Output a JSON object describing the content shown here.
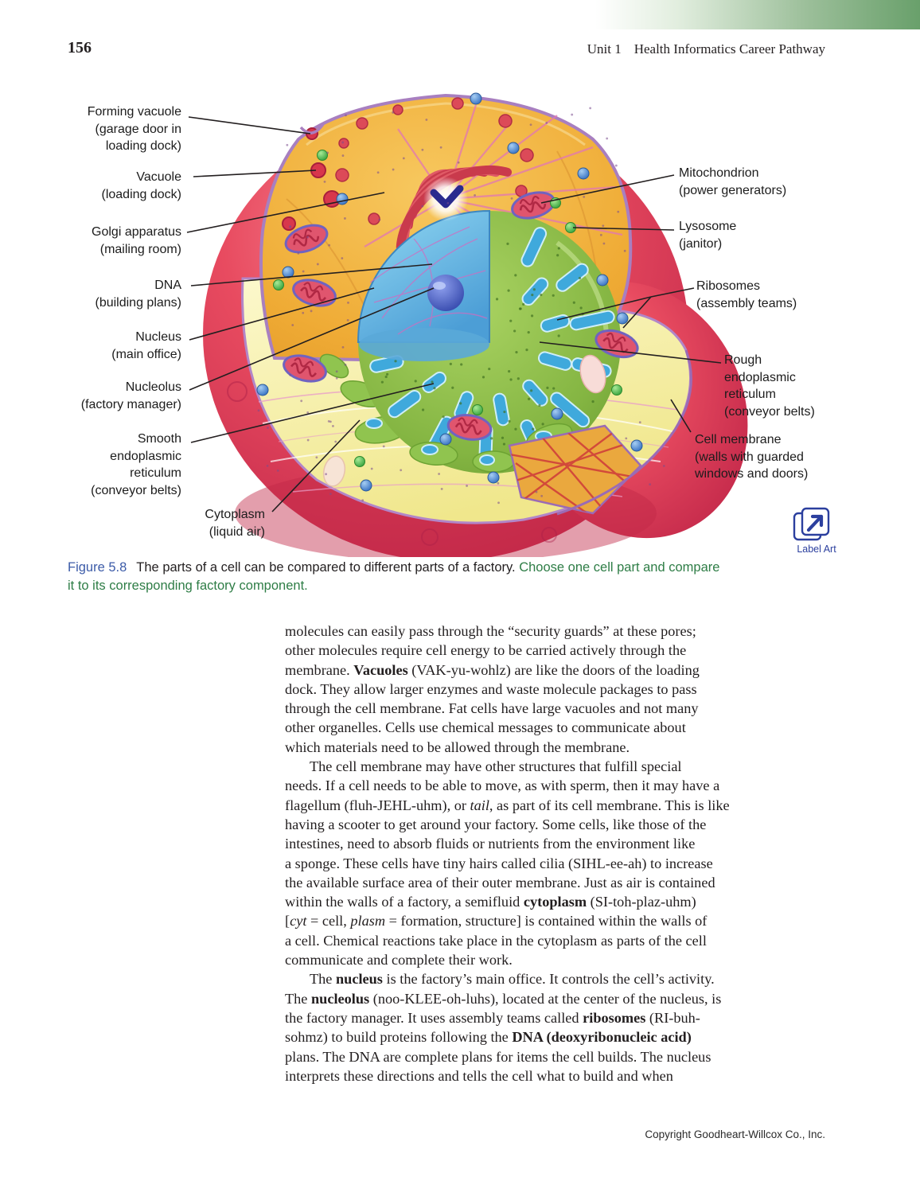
{
  "page": {
    "number": "156",
    "running_head_unit": "Unit 1",
    "running_head_title": "Health Informatics Career Pathway",
    "copyright": "Copyright Goodheart-Willcox Co., Inc."
  },
  "colors": {
    "header_green": "#69a06b",
    "caption_tag_blue": "#3c5ba8",
    "caption_activity_green": "#2e7d46",
    "label_art_blue": "#2b3f9e"
  },
  "figure": {
    "labels": [
      {
        "id": "forming-vacuole",
        "lines": [
          "Forming vacuole",
          "(garage door in",
          "loading dock)"
        ]
      },
      {
        "id": "vacuole",
        "lines": [
          "Vacuole",
          "(loading dock)"
        ]
      },
      {
        "id": "golgi",
        "lines": [
          "Golgi apparatus",
          "(mailing room)"
        ]
      },
      {
        "id": "dna",
        "lines": [
          "DNA",
          "(building plans)"
        ]
      },
      {
        "id": "nucleus",
        "lines": [
          "Nucleus",
          "(main office)"
        ]
      },
      {
        "id": "nucleolus",
        "lines": [
          "Nucleolus",
          "(factory manager)"
        ]
      },
      {
        "id": "smooth-er",
        "lines": [
          "Smooth",
          "endoplasmic",
          "reticulum",
          "(conveyor belts)"
        ]
      },
      {
        "id": "cytoplasm",
        "lines": [
          "Cytoplasm",
          "(liquid air)"
        ]
      },
      {
        "id": "mitochondrion",
        "lines": [
          "Mitochondrion",
          "(power generators)"
        ]
      },
      {
        "id": "lysosome",
        "lines": [
          "Lysosome",
          "(janitor)"
        ]
      },
      {
        "id": "ribosomes",
        "lines": [
          "Ribosomes",
          "(assembly teams)"
        ]
      },
      {
        "id": "rough-er",
        "lines": [
          "Rough",
          "endoplasmic",
          "reticulum",
          "(conveyor belts)"
        ]
      },
      {
        "id": "cell-membrane",
        "lines": [
          "Cell membrane",
          "(walls with guarded",
          "windows and doors)"
        ]
      }
    ],
    "label_art": "Label Art",
    "caption": {
      "tag": "Figure 5.8",
      "segments": [
        {
          "t": "The parts of a cell can be compared to different parts of a factory. ",
          "c": "plain"
        },
        {
          "t": "Choose one cell part and compare",
          "c": "act"
        },
        {
          "br": true
        },
        {
          "t": "it to its corresponding factory component.",
          "c": "act"
        }
      ]
    }
  },
  "body": {
    "lines": [
      {
        "s": [
          {
            "t": "molecules can easily pass through the “security guards” at these pores;"
          }
        ]
      },
      {
        "s": [
          {
            "t": "other molecules require cell energy to be carried actively through the"
          }
        ]
      },
      {
        "s": [
          {
            "t": "membrane. "
          },
          {
            "t": "Vacuoles",
            "b": true
          },
          {
            "t": " (VAK-yu-wohlz) are like the doors of the loading"
          }
        ]
      },
      {
        "s": [
          {
            "t": "dock. They allow larger enzymes and waste molecule packages to pass"
          }
        ]
      },
      {
        "s": [
          {
            "t": "through the cell membrane. Fat cells have large vacuoles and not many"
          }
        ]
      },
      {
        "s": [
          {
            "t": "other organelles. Cells use chemical messages to communicate about"
          }
        ]
      },
      {
        "s": [
          {
            "t": "which materials need to be allowed through the membrane."
          }
        ]
      },
      {
        "ind": true,
        "s": [
          {
            "t": "The cell membrane may have other structures that fulfill special"
          }
        ]
      },
      {
        "s": [
          {
            "t": "needs. If a cell needs to be able to move, as with sperm, then it may have a"
          }
        ]
      },
      {
        "s": [
          {
            "t": "flagellum (fluh-JEHL-uhm), or "
          },
          {
            "t": "tail",
            "i": true
          },
          {
            "t": ", as part of its cell membrane. This is like"
          }
        ]
      },
      {
        "s": [
          {
            "t": "having a scooter to get around your factory. Some cells, like those of the"
          }
        ]
      },
      {
        "s": [
          {
            "t": "intestines, need to absorb fluids or nutrients from the environment like"
          }
        ]
      },
      {
        "s": [
          {
            "t": "a sponge. These cells have tiny hairs called cilia (SIHL-ee-ah) to increase"
          }
        ]
      },
      {
        "s": [
          {
            "t": "the available surface area of their outer membrane. Just as air is contained"
          }
        ]
      },
      {
        "s": [
          {
            "t": "within the walls of a factory, a semifluid "
          },
          {
            "t": "cytoplasm",
            "b": true
          },
          {
            "t": " (SI-toh-plaz-uhm)"
          }
        ]
      },
      {
        "s": [
          {
            "t": "["
          },
          {
            "t": "cyt",
            "i": true
          },
          {
            "t": " = cell, "
          },
          {
            "t": "plasm",
            "i": true
          },
          {
            "t": " = formation, structure] is contained within the walls of"
          }
        ]
      },
      {
        "s": [
          {
            "t": "a cell. Chemical reactions take place in the cytoplasm as parts of the cell"
          }
        ]
      },
      {
        "s": [
          {
            "t": "communicate and complete their work."
          }
        ]
      },
      {
        "ind": true,
        "s": [
          {
            "t": "The "
          },
          {
            "t": "nucleus",
            "b": true
          },
          {
            "t": " is the factory’s main office. It controls the cell’s activity."
          }
        ]
      },
      {
        "s": [
          {
            "t": "The "
          },
          {
            "t": "nucleolus",
            "b": true
          },
          {
            "t": " (noo-KLEE-oh-luhs), located at the center of the nucleus, is"
          }
        ]
      },
      {
        "s": [
          {
            "t": "the factory manager. It uses assembly teams called "
          },
          {
            "t": "ribosomes",
            "b": true
          },
          {
            "t": " (RI-buh-"
          }
        ]
      },
      {
        "s": [
          {
            "t": "sohmz) to build proteins following the "
          },
          {
            "t": "DNA (deoxyribonucleic acid)",
            "b": true
          }
        ]
      },
      {
        "s": [
          {
            "t": "plans. The DNA are complete plans for items the cell builds. The nucleus"
          }
        ]
      },
      {
        "s": [
          {
            "t": "interprets these directions and tells the cell what to build and when"
          }
        ]
      }
    ]
  }
}
